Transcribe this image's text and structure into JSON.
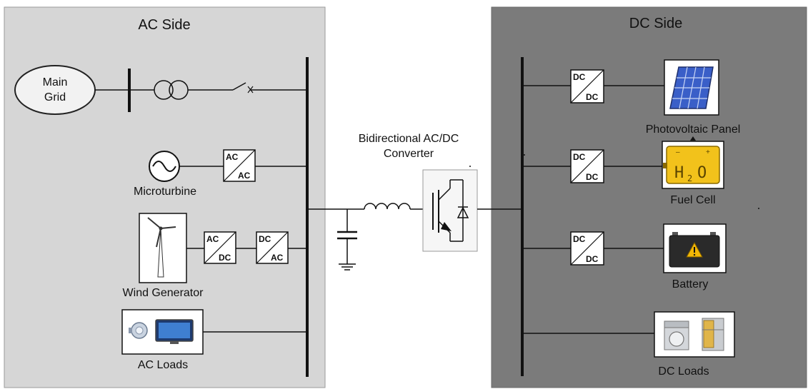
{
  "ac_side": {
    "title": "AC Side",
    "main_grid": {
      "line1": "Main",
      "line2": "Grid"
    },
    "microturbine": "Microturbine",
    "wind_generator": "Wind Generator",
    "ac_loads": "AC Loads",
    "converters": {
      "microturbine": {
        "top": "AC",
        "bottom": "AC"
      },
      "wind_1": {
        "top": "AC",
        "bottom": "DC"
      },
      "wind_2": {
        "top": "DC",
        "bottom": "AC"
      }
    }
  },
  "converter_link": {
    "title_line1": "Bidirectional AC/DC",
    "title_line2": "Converter"
  },
  "dc_side": {
    "title": "DC Side",
    "photovoltaic_panel": "Photovoltaic Panel",
    "fuel_cell": "Fuel Cell",
    "fuel_cell_formula": {
      "main": "H",
      "subscript": "2",
      "end": "O",
      "minus": "–",
      "plus": "+"
    },
    "battery": "Battery",
    "dc_loads": "DC Loads",
    "converters": {
      "pv": {
        "top": "DC",
        "bottom": "DC"
      },
      "fuel_cell": {
        "top": "DC",
        "bottom": "DC"
      },
      "battery": {
        "top": "DC",
        "bottom": "DC"
      }
    }
  },
  "colors": {
    "ac_panel": "#d6d6d6",
    "dc_panel": "#7b7b7b",
    "bus": "#111111",
    "fuel_cell": "#f2c21b",
    "battery_body": "#2a2a2a",
    "battery_warning": "#f2b705",
    "pv_blue": "#3a5fc8"
  },
  "icons": [
    "ac-source-icon",
    "wind-turbine-icon",
    "transformer-icon",
    "switch-icon",
    "inductor-icon",
    "capacitor-icon",
    "ground-icon",
    "igbt-icon",
    "pv-panel-icon",
    "fuel-cell-icon",
    "battery-icon",
    "bulb-icon",
    "tv-icon",
    "washing-machine-icon",
    "refrigerator-icon"
  ]
}
